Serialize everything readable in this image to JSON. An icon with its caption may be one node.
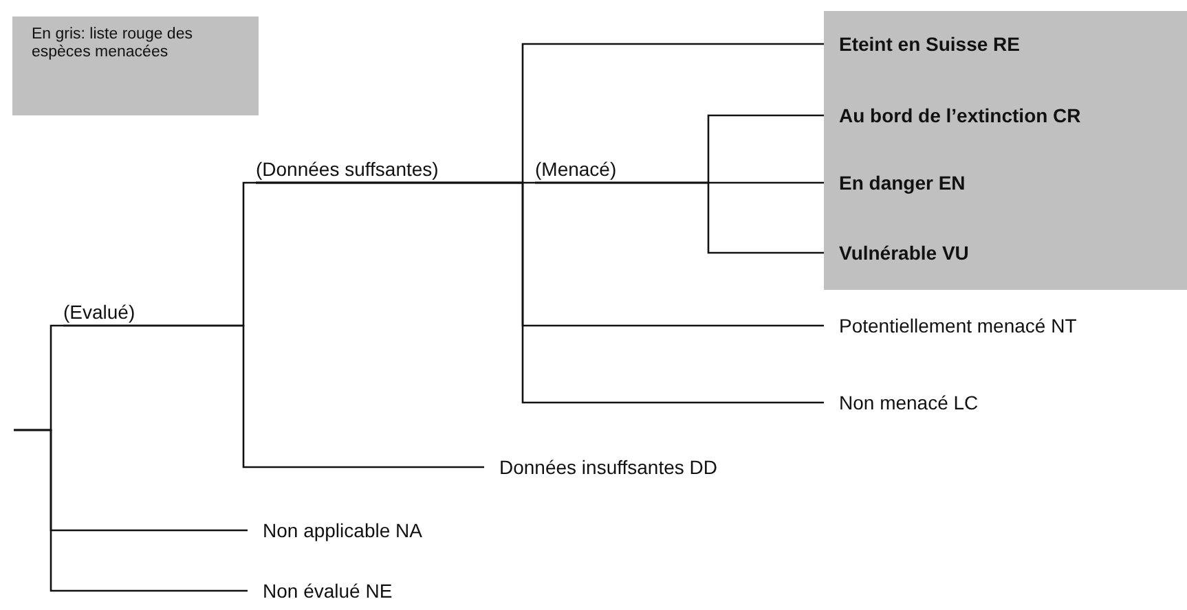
{
  "diagram": {
    "nodes": [
      {
        "text": [
          "(Evalué)"
        ]
      },
      {
        "text": [
          "(Données suffsantes)"
        ]
      },
      {
        "text": [
          "(Menacé)"
        ]
      },
      {
        "text": [],
        "shape": "box"
      },
      {
        "text": [
          "Eteint en Suisse RE"
        ],
        "in": 3
      },
      {
        "text": [
          "Au bord de l’extinction CR"
        ],
        "in": 3
      },
      {
        "text": [
          "En danger EN"
        ],
        "in": 3
      },
      {
        "text": [
          "Vulnérable VU"
        ],
        "in": 3
      },
      {
        "text": [
          "Potentiellement menacé NT"
        ]
      },
      {
        "text": [
          "Non menacé LC"
        ]
      },
      {
        "text": [
          "Données insuffsantes DD"
        ]
      },
      {
        "text": [
          "Non applicable NA"
        ]
      },
      {
        "text": [
          "Non évalué NE"
        ]
      }
    ],
    "edges": [
      {
        "from": null,
        "to": 0,
        "arrow": "none"
      },
      {
        "from": null,
        "to": 11,
        "arrow": "none"
      },
      {
        "from": null,
        "to": 12,
        "arrow": "none"
      },
      {
        "from": 0,
        "to": 1,
        "arrow": "none"
      },
      {
        "from": 0,
        "to": 10,
        "arrow": "none"
      },
      {
        "from": 1,
        "to": 4,
        "arrow": "none"
      },
      {
        "from": 1,
        "to": 2,
        "arrow": "none"
      },
      {
        "from": 1,
        "to": 8,
        "arrow": "none"
      },
      {
        "from": 1,
        "to": 9,
        "arrow": "none"
      },
      {
        "from": 2,
        "to": 5,
        "arrow": "none"
      },
      {
        "from": 2,
        "to": 6,
        "arrow": "none"
      },
      {
        "from": 2,
        "to": 7,
        "arrow": "none"
      }
    ],
    "legend": [
      {
        "text": "En gris: liste rouge des espèces menacées",
        "color": "#c0c0c0"
      }
    ]
  }
}
